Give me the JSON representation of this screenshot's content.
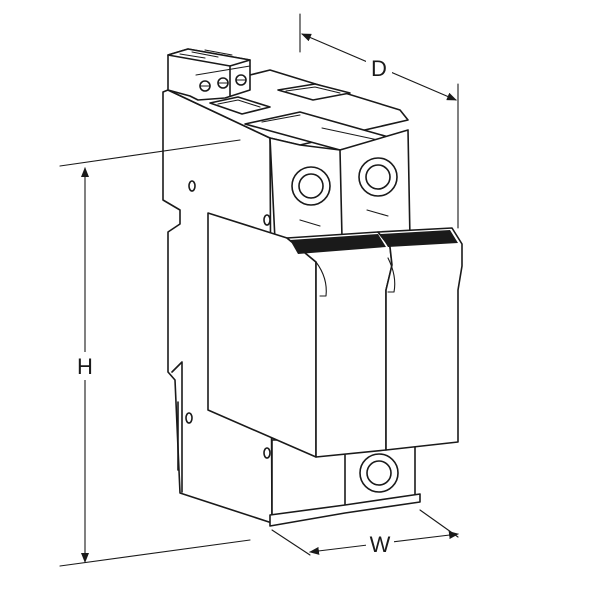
{
  "dimensions": {
    "depth_label": "D",
    "height_label": "H",
    "width_label": "W"
  },
  "colors": {
    "stroke": "#1a1a1a",
    "background": "#ffffff"
  }
}
